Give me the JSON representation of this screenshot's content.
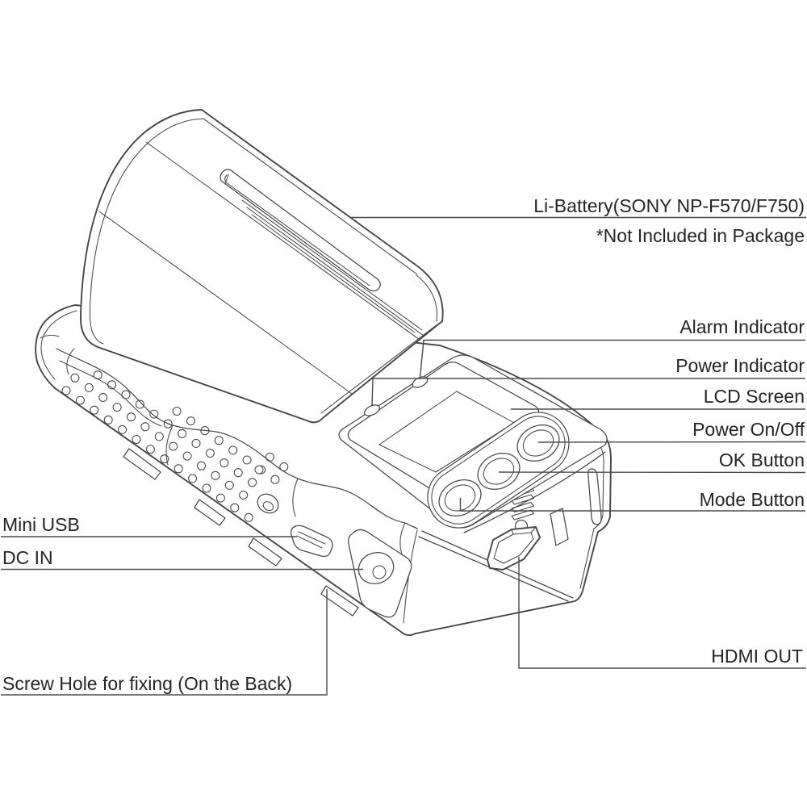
{
  "diagram": {
    "type": "product-callout-diagram",
    "subject": "HDMI converter device with battery mount (isometric line drawing)"
  },
  "callouts": {
    "battery_title": "Li-Battery(SONY NP-F570/F750)",
    "battery_note": "*Not Included in Package",
    "alarm_indicator": "Alarm Indicator",
    "power_indicator": "Power Indicator",
    "lcd_screen": "LCD Screen",
    "power_on_off": "Power On/Off",
    "ok_button": "OK Button",
    "mode_button": "Mode Button",
    "mini_usb": "Mini USB",
    "dc_in": "DC IN",
    "screw_hole": "Screw Hole for fixing (On the Back)",
    "hdmi_out": "HDMI OUT"
  },
  "colors": {
    "background": "#ffffff",
    "leader_line": "#4a4b4d",
    "artwork_line": "#454749",
    "text": "#272325"
  }
}
